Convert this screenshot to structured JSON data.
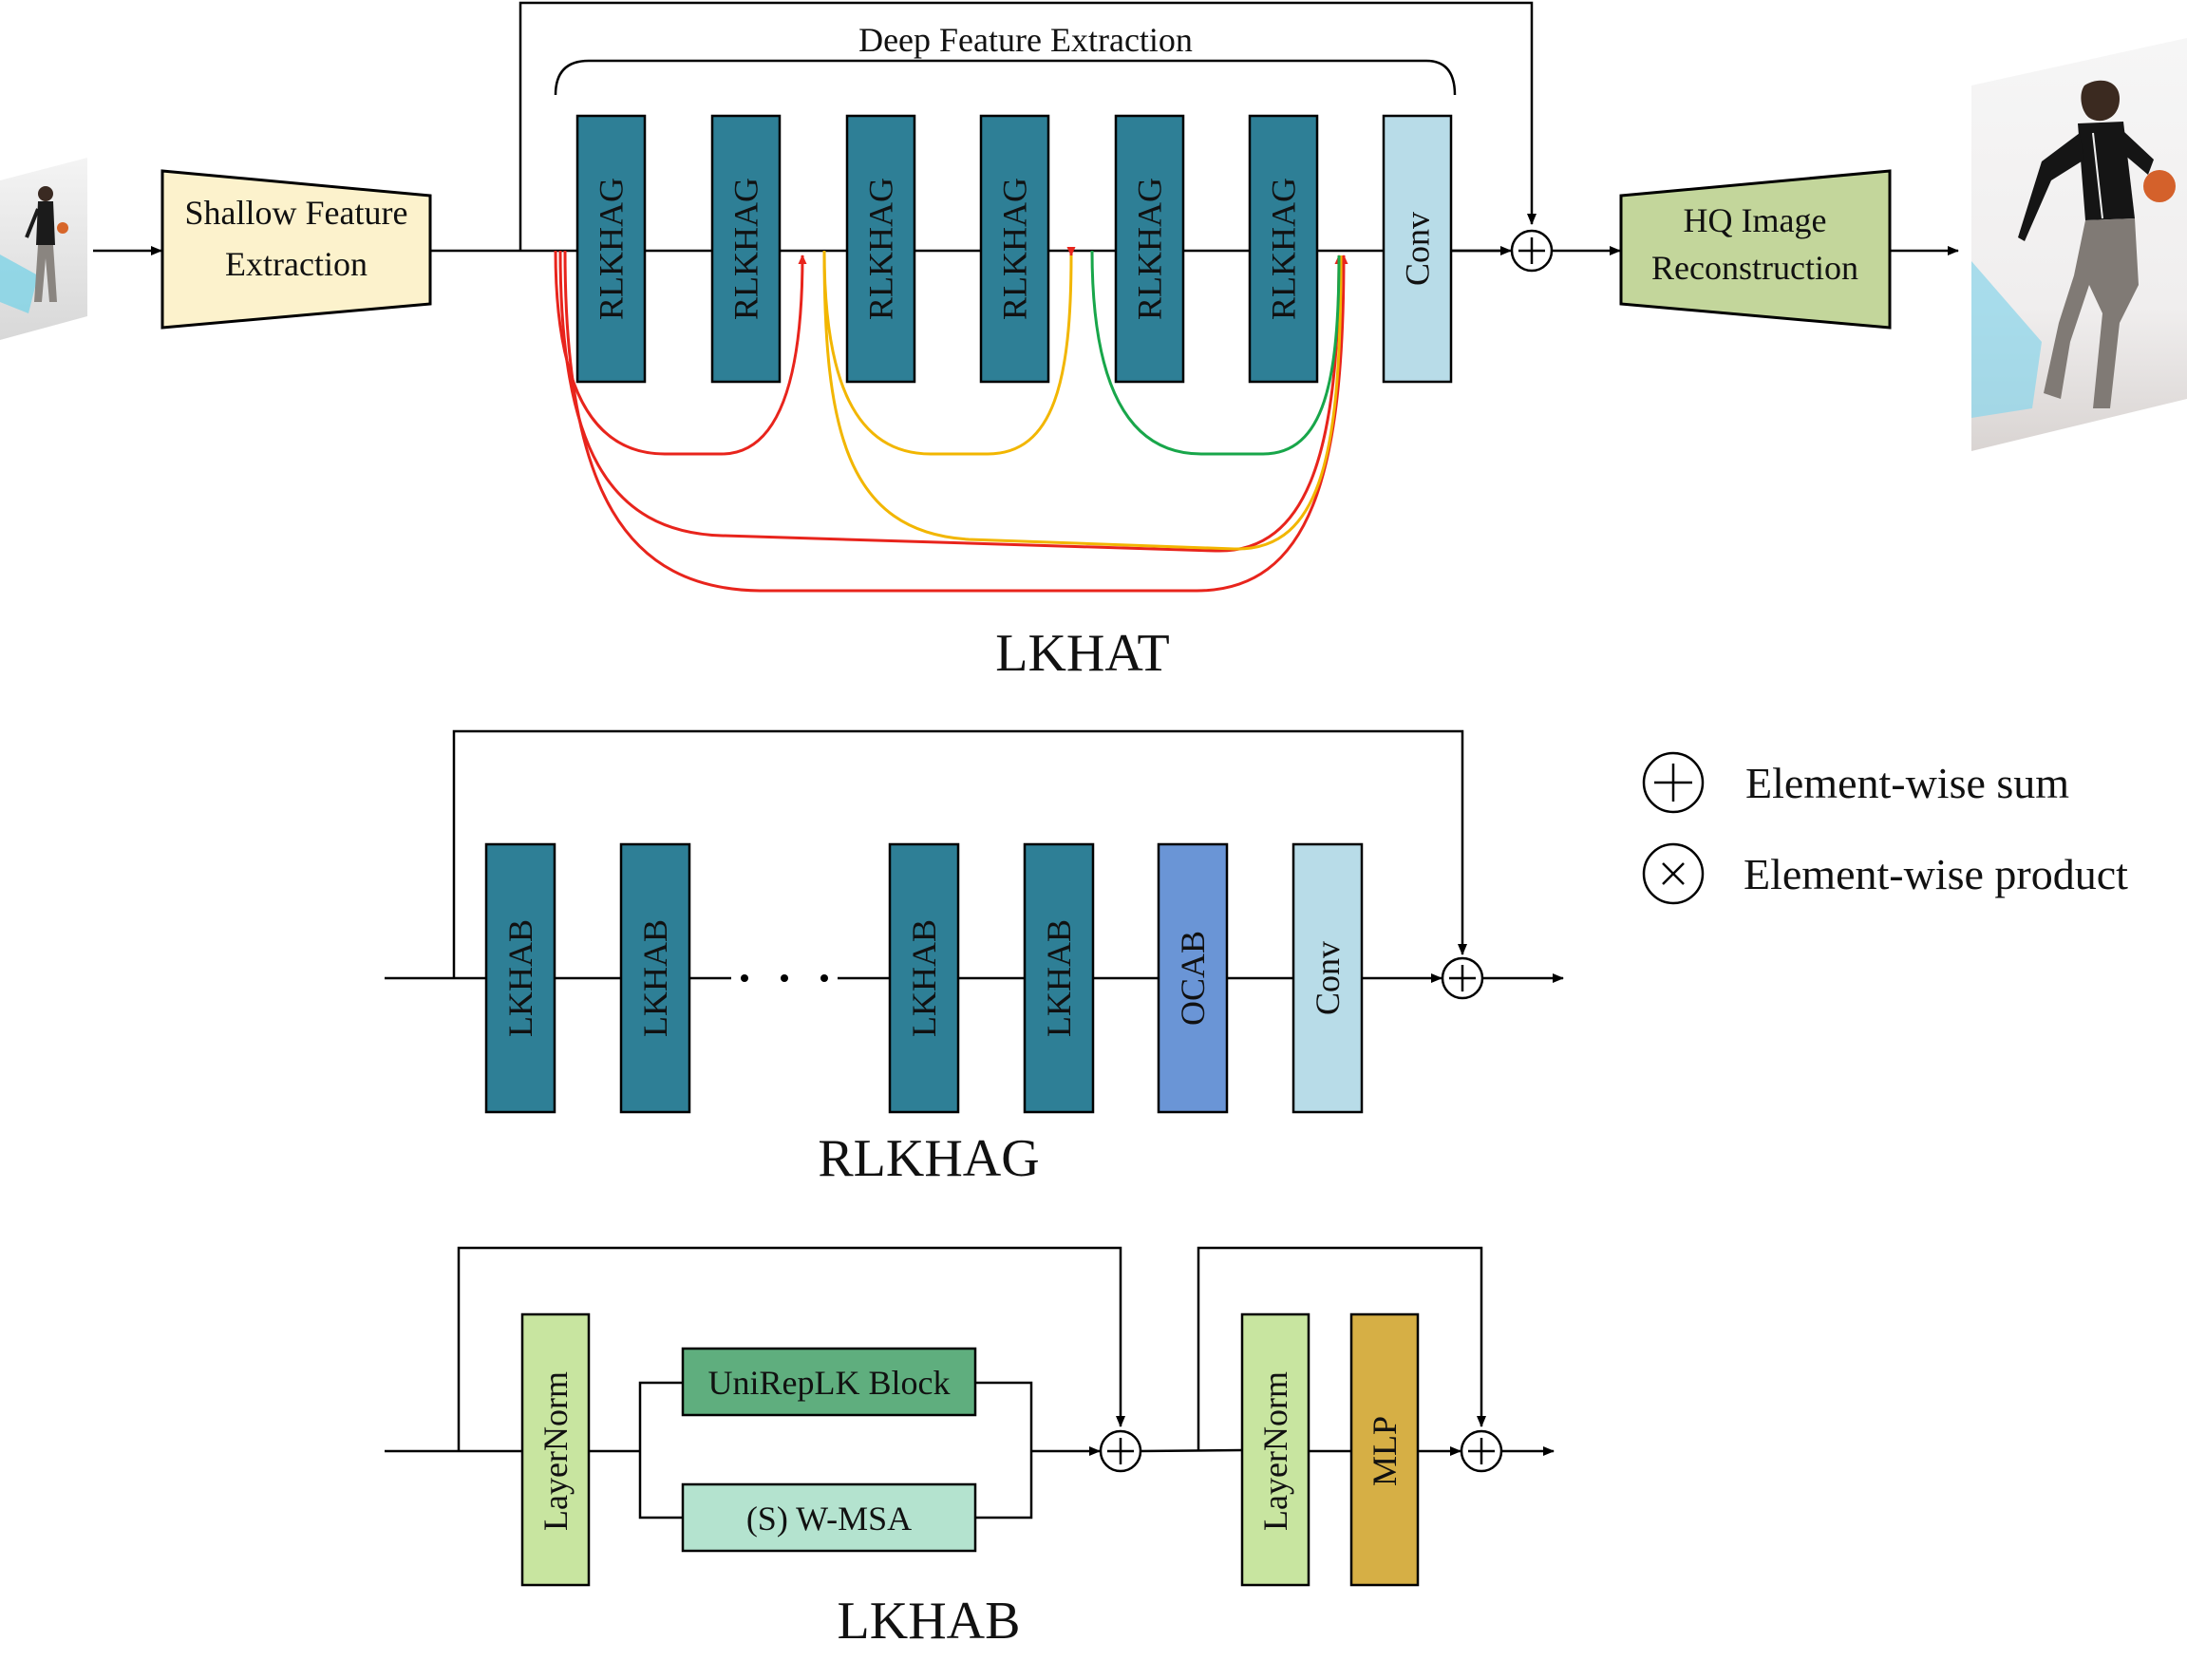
{
  "top": {
    "brace_label": "Deep Feature Extraction",
    "shallow_line1": "Shallow Feature",
    "shallow_line2": "Extraction",
    "block_labels": [
      "RLKHAG",
      "RLKHAG",
      "RLKHAG",
      "RLKHAG",
      "RLKHAG",
      "RLKHAG"
    ],
    "conv_label": "Conv",
    "hq_line1": "HQ Image",
    "hq_line2": "Reconstruction",
    "title": "LKHAT"
  },
  "middle": {
    "block_labels": [
      "LKHAB",
      "LKHAB",
      "LKHAB",
      "LKHAB"
    ],
    "ocab_label": "OCAB",
    "conv_label": "Conv",
    "title": "RLKHAG"
  },
  "bottom": {
    "layernorm1_label": "LayerNorm",
    "unireplk_label": "UniRepLK Block",
    "wmsa_label": "(S) W-MSA",
    "layernorm2_label": "LayerNorm",
    "mlp_label": "MLP",
    "title": "LKHAB"
  },
  "legend": {
    "sum_label": "Element-wise sum",
    "product_label": "Element-wise product"
  },
  "colors": {
    "teal": "#2E7F96",
    "light_blue": "#B8DCE8",
    "ocab": "#6A95D6",
    "shallow": "#FCF2CC",
    "hq": "#C3D69B",
    "layernorm": "#C8E5A0",
    "unireplk": "#5FAE7E",
    "wmsa": "#B4E3CF",
    "mlp": "#D6AF45",
    "red": "#E8241C",
    "orange": "#F2B600",
    "green": "#18A64A"
  },
  "icons": {
    "input_image": "person-dribbling-basketball-lowres",
    "output_image": "person-dribbling-basketball-highres"
  }
}
